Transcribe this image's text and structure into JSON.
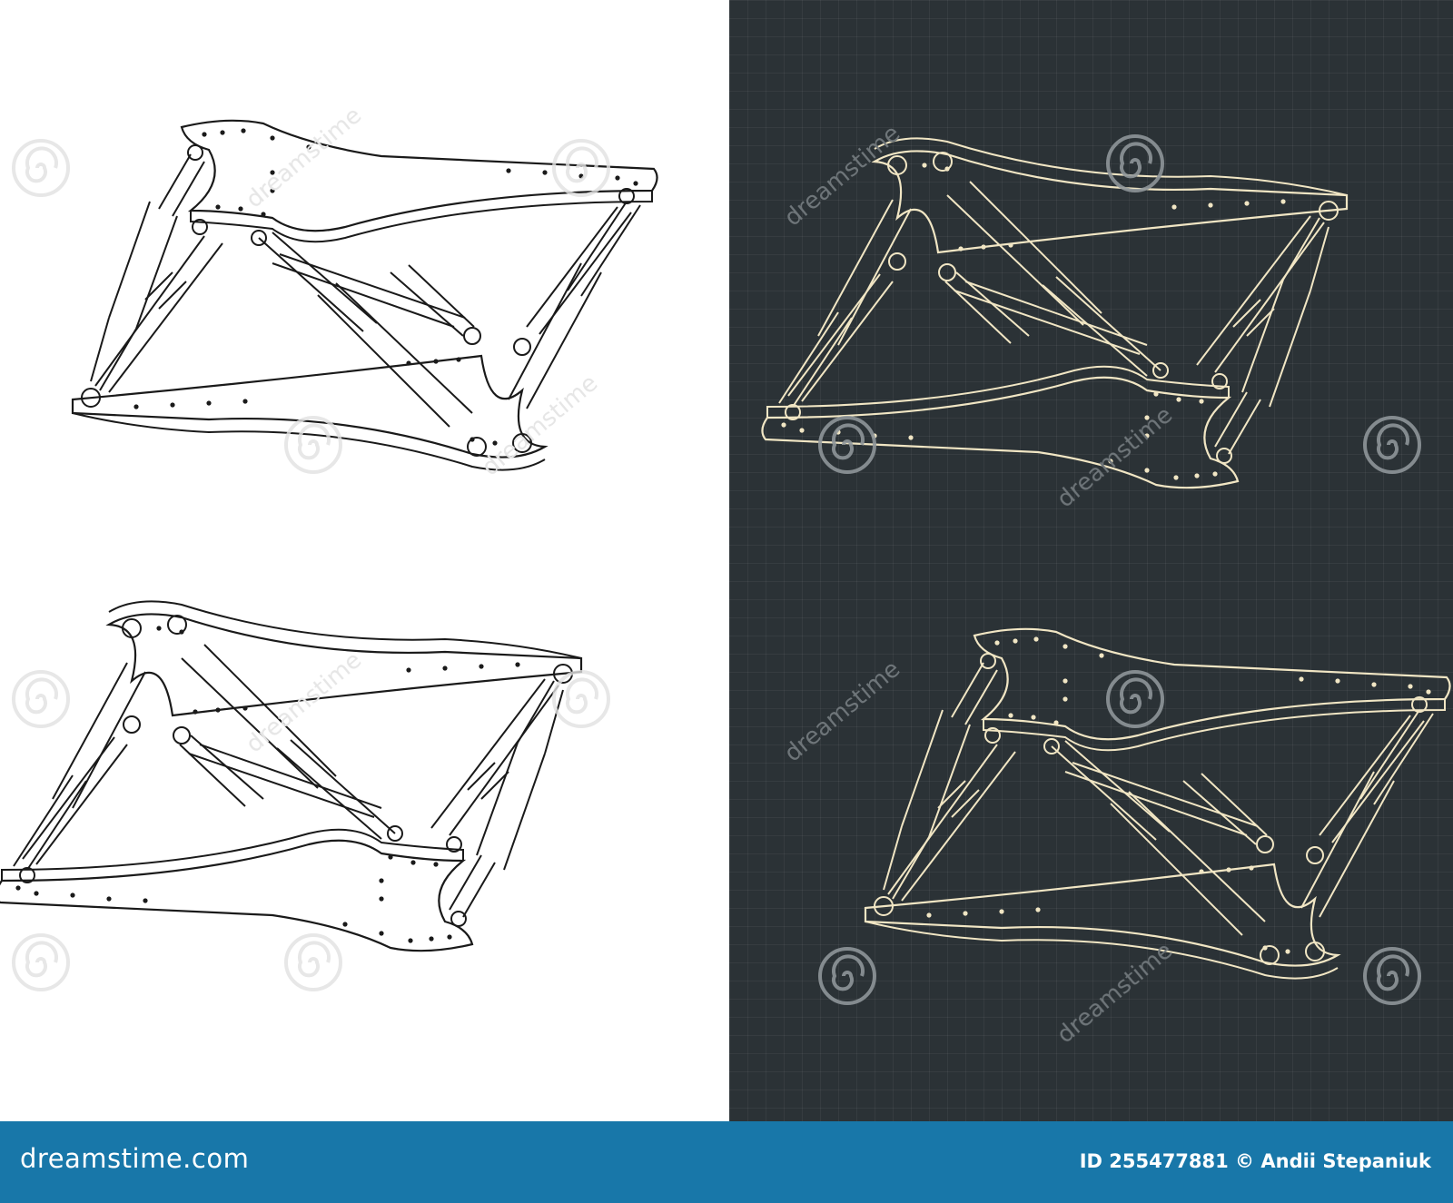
{
  "image": {
    "description_panels": [
      "white-top",
      "white-bottom",
      "dark-top",
      "dark-bottom"
    ]
  },
  "watermark": {
    "text": "dreamstime"
  },
  "footer": {
    "logo": "dreamstime.com",
    "credit": "ID 255477881 © Andii Stepaniuk"
  },
  "colors": {
    "footer_bg": "#1877a9",
    "dark_bg": "#2b3236",
    "light_line": "#1a1a1a",
    "dark_line": "#f1e6c4"
  }
}
